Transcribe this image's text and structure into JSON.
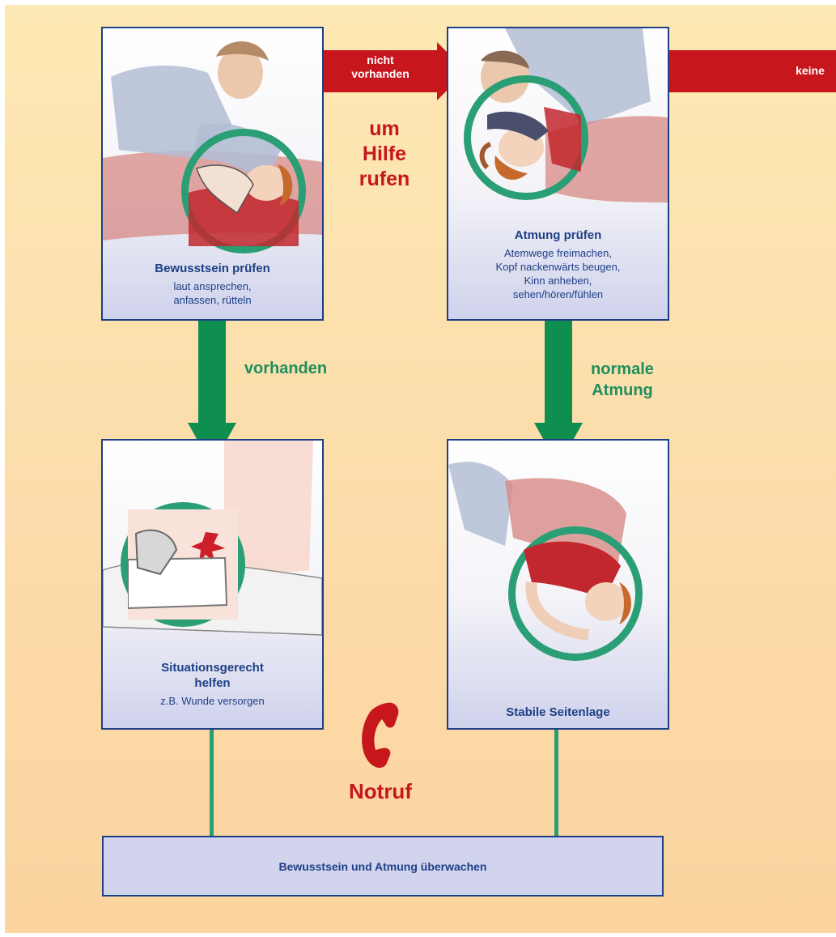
{
  "cards": {
    "consciousness": {
      "title": "Bewusstsein prüfen",
      "lines": [
        "laut ansprechen,",
        "anfassen, rütteln"
      ]
    },
    "breathing": {
      "title": "Atmung prüfen",
      "lines": [
        "Atemwege freimachen,",
        "Kopf nackenwärts beugen,",
        "Kinn anheben,",
        "sehen/hören/fühlen"
      ]
    },
    "situation": {
      "title_lines": [
        "Situationsgerecht",
        "helfen"
      ],
      "lines": [
        "z.B. Wunde versorgen"
      ]
    },
    "recovery": {
      "title": "Stabile Seitenlage"
    }
  },
  "arrows": {
    "not_present": [
      "nicht",
      "vorhanden"
    ],
    "none": "keine",
    "present": "vorhanden",
    "normal_breathing": [
      "normale",
      "Atmung"
    ]
  },
  "call_for_help": [
    "um",
    "Hilfe",
    "rufen"
  ],
  "emergency_call": "Notruf",
  "monitor": "Bewusstsein und Atmung überwachen",
  "colors": {
    "red": "#c8161d",
    "green": "#2a9e74",
    "green_arrow": "#0e8e4f",
    "navy": "#1d3f86",
    "background": "#fde9b3"
  }
}
